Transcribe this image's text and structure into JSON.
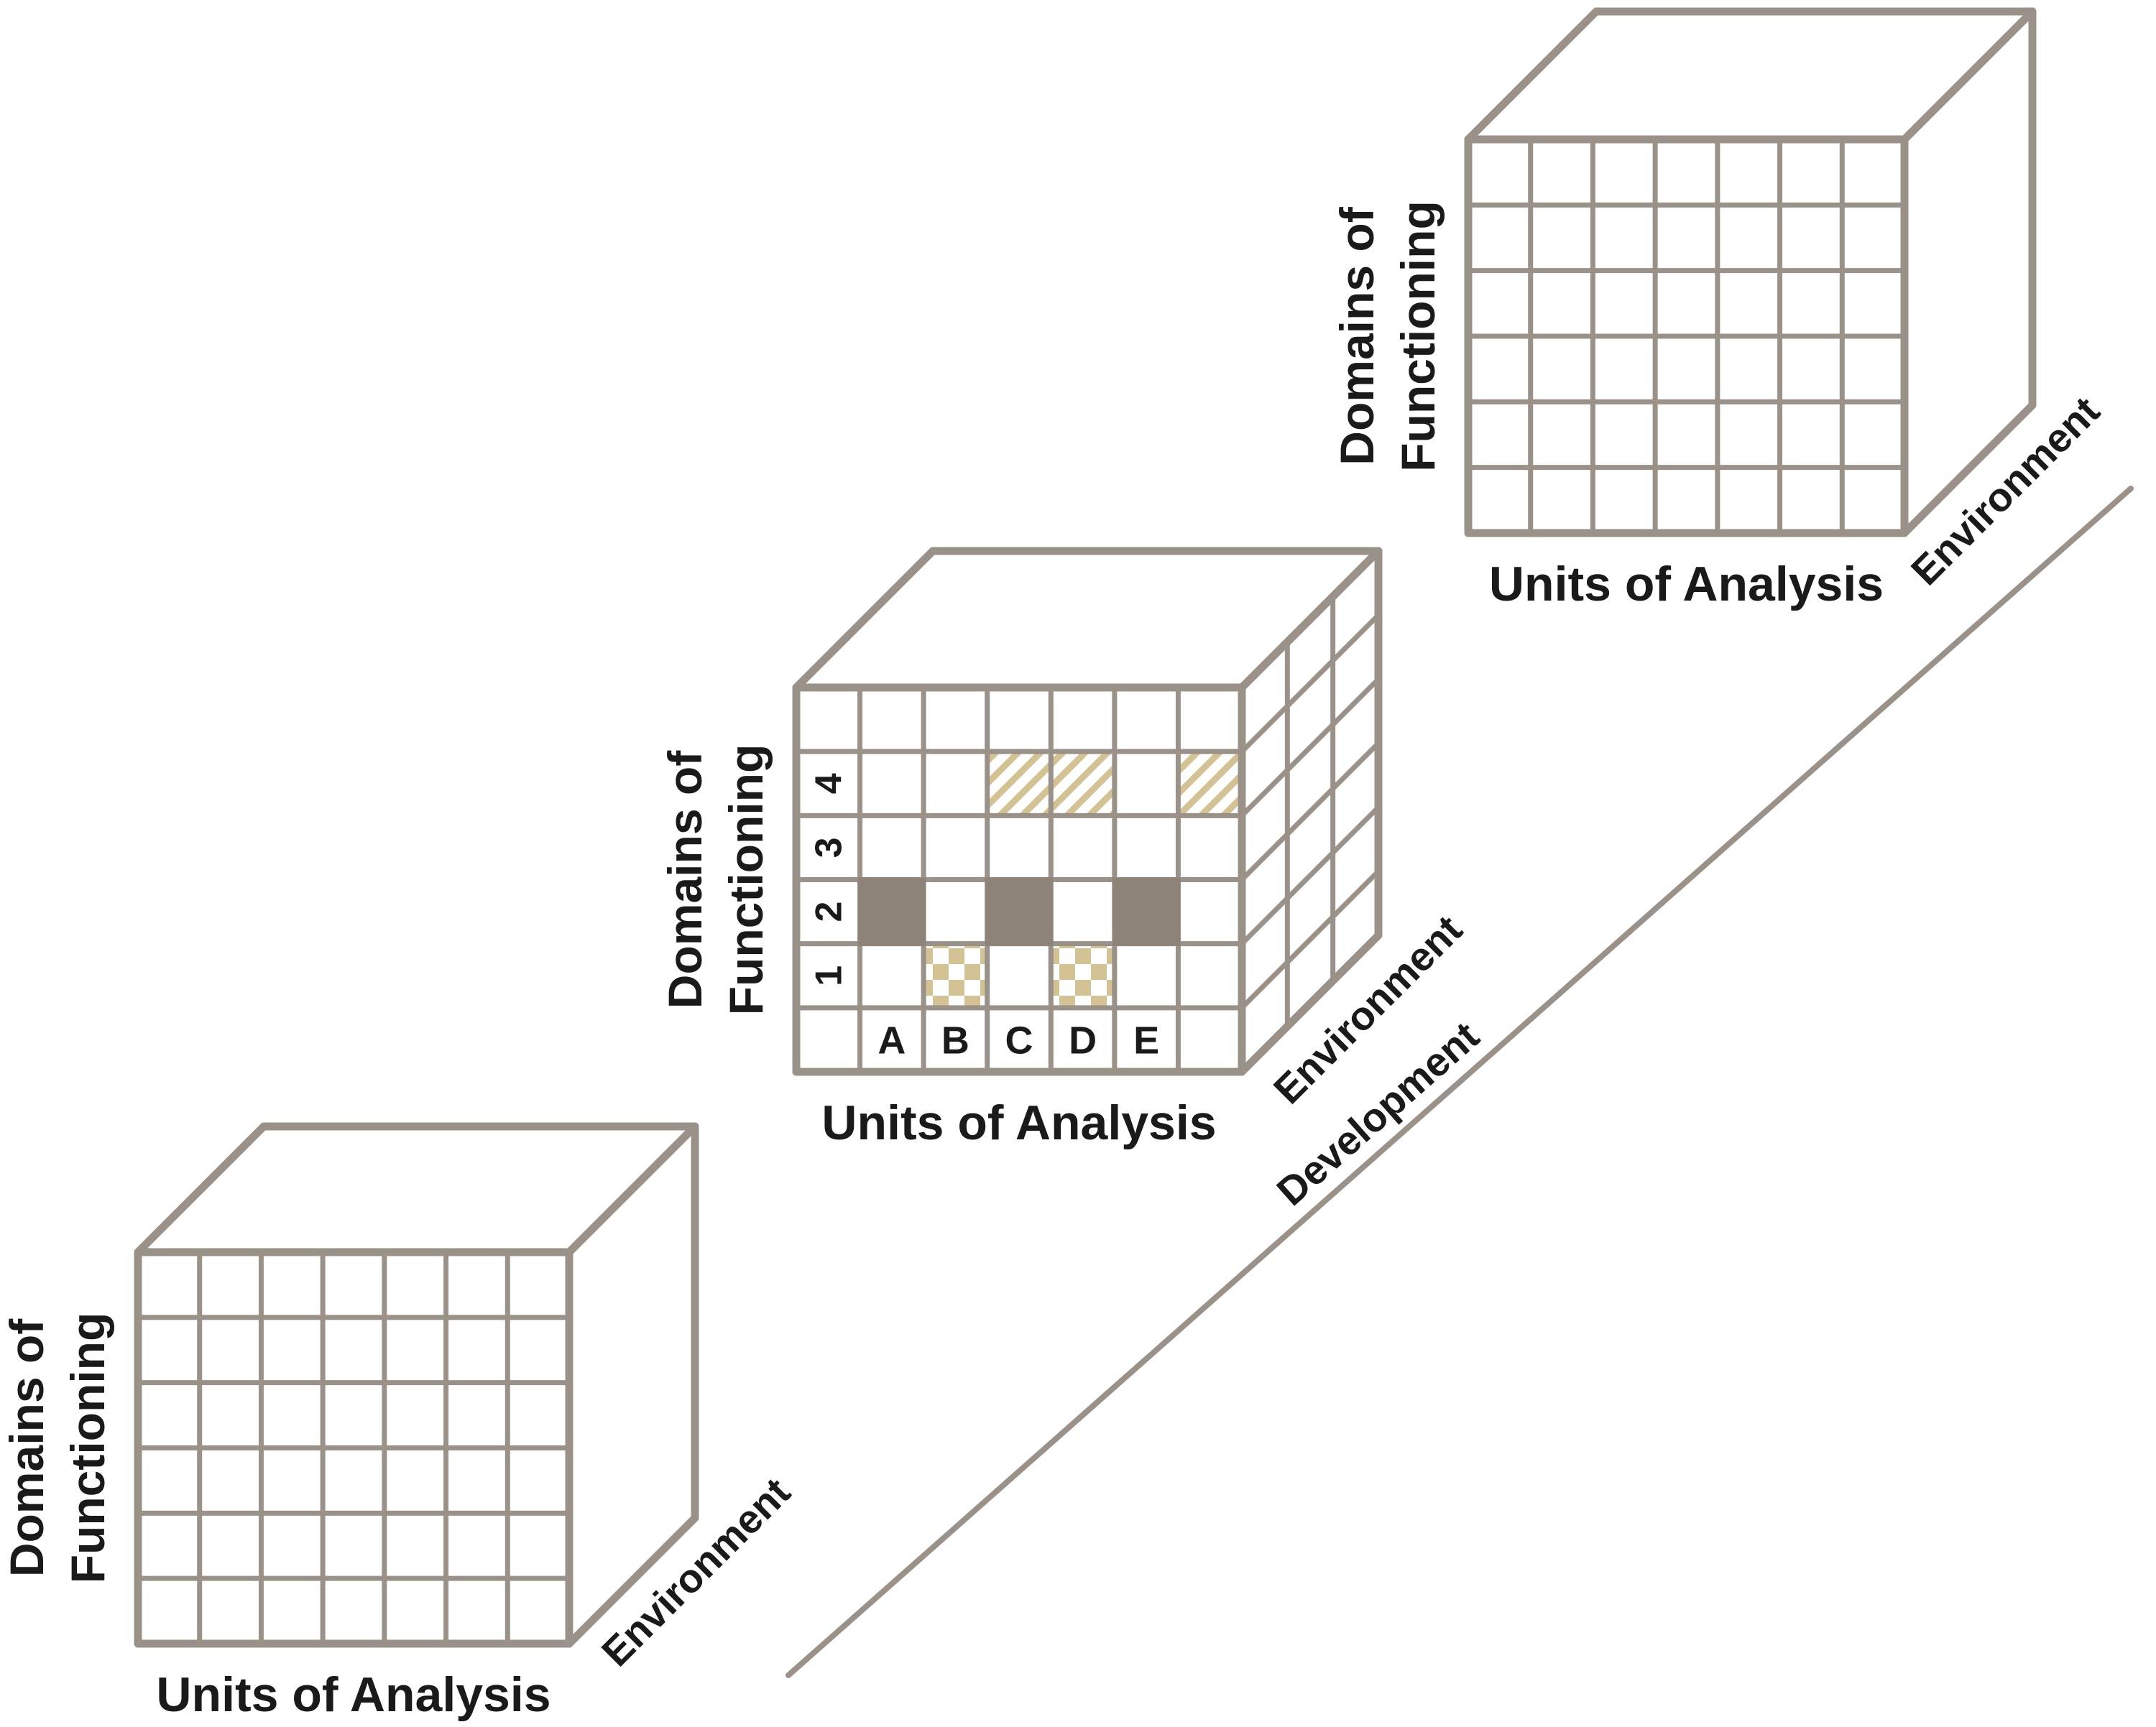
{
  "figure": {
    "background_color": "#ffffff",
    "line_color": "#9a9189",
    "text_color": "#1a1a1a",
    "cell_fill_solid_gray": "#8e8379",
    "cell_fill_pattern_tan": "#d3c293",
    "development_label": "Development",
    "cubes": [
      {
        "position": "bottom-left",
        "domains_line1": "Domains of",
        "domains_line2": "Functioning",
        "units_label": "Units of Analysis",
        "environment_label": "Environment"
      },
      {
        "position": "middle",
        "domains_line1": "Domains of",
        "domains_line2": "Functioning",
        "units_label": "Units of Analysis",
        "environment_label": "Environment",
        "row_labels": [
          "1",
          "2",
          "3",
          "4"
        ],
        "column_labels": [
          "A",
          "B",
          "C",
          "D",
          "E"
        ],
        "highlighted": {
          "solid_gray_description": "row 2 at columns A, C, E",
          "diagonal_hatch_description": "row 4 at columns C, D and unlabeled right-edge column",
          "checkerboard_description": "row 1 at columns B, D",
          "solid_gray_rc": [
            [
              3,
              1
            ],
            [
              3,
              3
            ],
            [
              3,
              5
            ]
          ],
          "diagonal_hatch_rc": [
            [
              1,
              3
            ],
            [
              1,
              4
            ],
            [
              1,
              6
            ]
          ],
          "checkerboard_rc": [
            [
              4,
              2
            ],
            [
              4,
              4
            ]
          ]
        }
      },
      {
        "position": "top-right",
        "domains_line1": "Domains of",
        "domains_line2": "Functioning",
        "units_label": "Units of Analysis",
        "environment_label": "Environment"
      }
    ]
  }
}
